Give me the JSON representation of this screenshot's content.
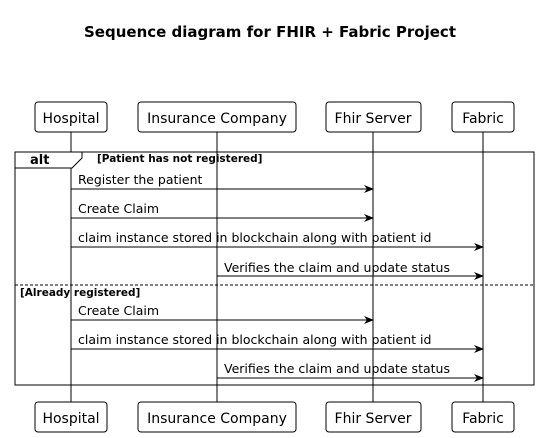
{
  "title": "Sequence diagram for FHIR + Fabric Project",
  "participants": [
    {
      "id": "hospital",
      "label": "Hospital"
    },
    {
      "id": "insurance",
      "label": "Insurance Company"
    },
    {
      "id": "fhir",
      "label": "Fhir Server"
    },
    {
      "id": "fabric",
      "label": "Fabric"
    }
  ],
  "fragment": {
    "operator": "alt",
    "sections": [
      {
        "guard": "[Patient has not registered]",
        "messages": [
          {
            "from": "hospital",
            "to": "fhir",
            "label": "Register the patient"
          },
          {
            "from": "hospital",
            "to": "fhir",
            "label": "Create Claim"
          },
          {
            "from": "hospital",
            "to": "fabric",
            "label": "claim instance stored in blockchain along with patient id"
          },
          {
            "from": "insurance",
            "to": "fabric",
            "label": "Verifies the claim and update status"
          }
        ]
      },
      {
        "guard": "[Already registered]",
        "messages": [
          {
            "from": "hospital",
            "to": "fhir",
            "label": "Create Claim"
          },
          {
            "from": "hospital",
            "to": "fabric",
            "label": "claim instance stored in blockchain along with patient id"
          },
          {
            "from": "insurance",
            "to": "fabric",
            "label": "Verifies the claim and update status"
          }
        ]
      }
    ]
  }
}
